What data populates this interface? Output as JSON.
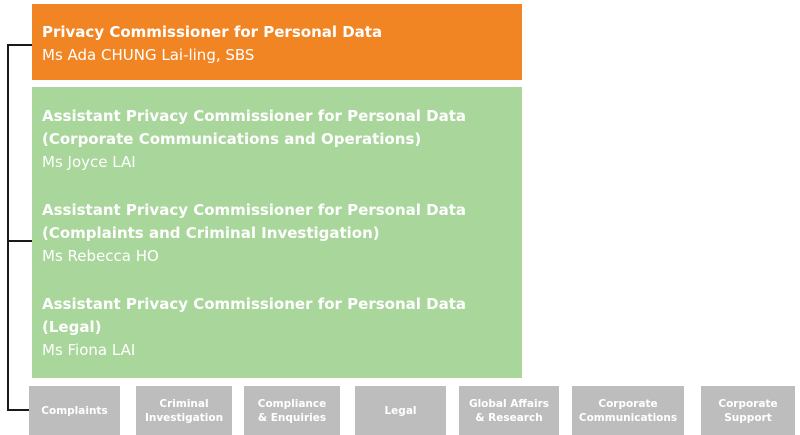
{
  "commissioner": {
    "title": "Privacy Commissioner for Personal Data",
    "name": "Ms Ada CHUNG Lai-ling, SBS"
  },
  "assistants": [
    {
      "title_line1": "Assistant Privacy Commissioner for Personal Data",
      "title_line2": "(Corporate Communications and Operations)",
      "name": "Ms Joyce LAI"
    },
    {
      "title_line1": "Assistant Privacy Commissioner for Personal Data",
      "title_line2": "(Complaints and Criminal Investigation)",
      "name": "Ms Rebecca HO"
    },
    {
      "title_line1": "Assistant Privacy Commissioner for Personal Data",
      "title_line2": "(Legal)",
      "name": "Ms Fiona LAI"
    }
  ],
  "departments": [
    {
      "line1": "Complaints",
      "line2": ""
    },
    {
      "line1": "Criminal",
      "line2": "Investigation"
    },
    {
      "line1": "Compliance",
      "line2": "& Enquiries"
    },
    {
      "line1": "Legal",
      "line2": ""
    },
    {
      "line1": "Global Affairs",
      "line2": "& Research"
    },
    {
      "line1": "Corporate",
      "line2": "Communications"
    },
    {
      "line1": "Corporate",
      "line2": "Support"
    }
  ],
  "colors": {
    "commissioner_box": "#f28523",
    "assistant_box": "#a9d69b",
    "department_box": "#bdbdbd",
    "connector": "#1a1a1a"
  }
}
